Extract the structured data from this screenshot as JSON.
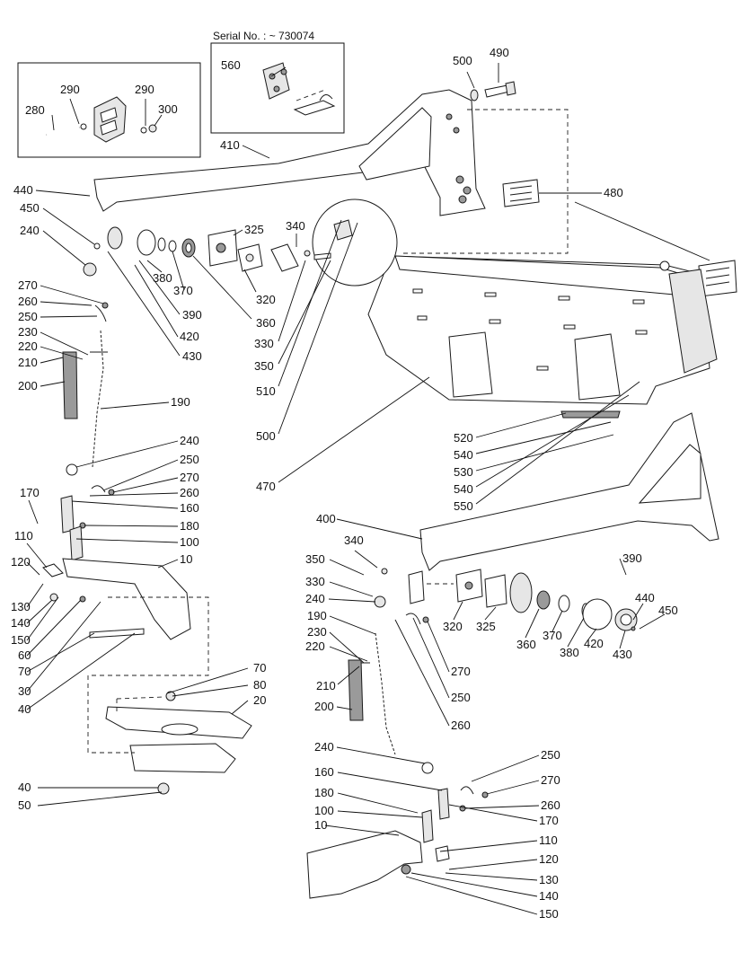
{
  "serial_label": "Serial No. :  ~ 730074",
  "labels": {
    "l560": "560",
    "l500a": "500",
    "l490": "490",
    "l290a": "290",
    "l290b": "290",
    "l280": "280",
    "l300": "300",
    "l410": "410",
    "l480": "480",
    "l440a": "440",
    "l450a": "450",
    "l325a": "325",
    "l340a": "340",
    "l240a": "240",
    "l380a": "380",
    "l370a": "370",
    "l320a": "320",
    "l390a": "390",
    "l360a": "360",
    "l420a": "420",
    "l330a": "330",
    "l430a": "430",
    "l350a": "350",
    "l270a": "270",
    "l260a": "260",
    "l250a": "250",
    "l230a": "230",
    "l220a": "220",
    "l210a": "210",
    "l200a": "200",
    "l190a": "190",
    "l510": "510",
    "l500b": "500",
    "l470": "470",
    "l520": "520",
    "l540a": "540",
    "l530": "530",
    "l540b": "540",
    "l550": "550",
    "l240b": "240",
    "l250b": "250",
    "l270b": "270",
    "l260b": "260",
    "l170a": "170",
    "l160a": "160",
    "l180a": "180",
    "l100a": "100",
    "l110a": "110",
    "l10a": "10",
    "l120a": "120",
    "l130a": "130",
    "l140a": "140",
    "l150a": "150",
    "l60": "60",
    "l70a": "70",
    "l30": "30",
    "l40a": "40",
    "l70b": "70",
    "l80": "80",
    "l20": "20",
    "l40b": "40",
    "l50": "50",
    "l400": "400",
    "l340b": "340",
    "l390b": "390",
    "l350b": "350",
    "l330b": "330",
    "l440b": "440",
    "l450b": "450",
    "l240c": "240",
    "l320b": "320",
    "l325b": "325",
    "l360b": "360",
    "l370b": "370",
    "l380b": "380",
    "l420b": "420",
    "l430b": "430",
    "l190b": "190",
    "l230b": "230",
    "l220b": "220",
    "l270c": "270",
    "l210b": "210",
    "l250c": "250",
    "l200b": "200",
    "l260c": "260",
    "l240d": "240",
    "l250d": "250",
    "l160b": "160",
    "l270d": "270",
    "l180b": "180",
    "l260d": "260",
    "l100b": "100",
    "l170b": "170",
    "l10b": "10",
    "l110b": "110",
    "l120b": "120",
    "l130b": "130",
    "l140b": "140",
    "l150b": "150"
  }
}
